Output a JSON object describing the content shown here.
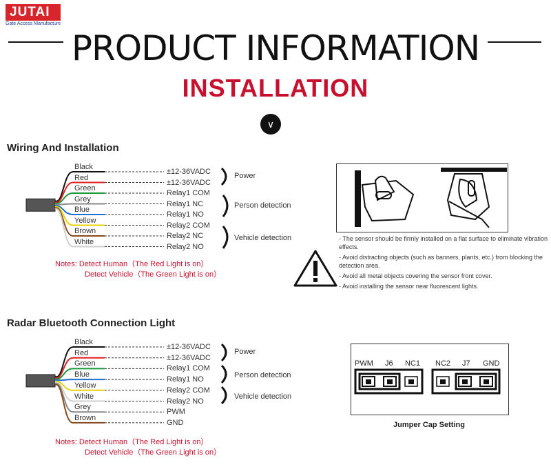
{
  "logo": {
    "brand": "JUTAI",
    "tagline": "Gate Access Manufacture"
  },
  "header": {
    "title": "PRODUCT INFORMATION",
    "subtitle": "INSTALLATION"
  },
  "colors": {
    "accent_red": "#c8102e",
    "logo_red": "#d8242b",
    "text": "#222222"
  },
  "wiring": {
    "title": "Wiring And Installation",
    "wires": [
      {
        "color": "Black",
        "term": "±12-36VADC"
      },
      {
        "color": "Red",
        "term": "±12-36VADC"
      },
      {
        "color": "Green",
        "term": "Relay1  COM"
      },
      {
        "color": "Grey",
        "term": "Relay1  NC"
      },
      {
        "color": "Blue",
        "term": "Relay1  NO"
      },
      {
        "color": "Yellow",
        "term": "Relay2  COM"
      },
      {
        "color": "Brown",
        "term": "Relay2  NC"
      },
      {
        "color": "White",
        "term": "Relay2  NO"
      }
    ],
    "groups": [
      "Power",
      "Person detection",
      "Vehicle detection"
    ],
    "notes": [
      "Notes:  Detect  Human（The Red Light is on）",
      "Detect  Vehicle（The Green Light is on）"
    ]
  },
  "warnings": [
    "- The sensor should be firmly installed on a flat surface to eliminate vibration effects.",
    "- Avoid distracting objects (such as banners, plants, etc.) from blocking the detection area.",
    "- Avoid all metal objects covering the sensor front cover.",
    "- Avoid installing the sensor near fluorescent lights."
  ],
  "bluetooth": {
    "title": "Radar Bluetooth Connection Light",
    "wires": [
      {
        "color": "Black",
        "term": "±12-36VADC"
      },
      {
        "color": "Red",
        "term": "±12-36VADC"
      },
      {
        "color": "Green",
        "term": "Relay1  COM"
      },
      {
        "color": "Blue",
        "term": "Relay1  NO"
      },
      {
        "color": "Yellow",
        "term": "Relay2  COM"
      },
      {
        "color": "White",
        "term": "Relay2  NO"
      },
      {
        "color": "Grey",
        "term": "PWM"
      },
      {
        "color": "Brown",
        "term": "GND"
      }
    ],
    "groups": [
      "Power",
      "Person detection",
      "Vehicle detection"
    ],
    "notes": [
      "Notes:  Detect  Human（The Red Light is on）",
      "Detect  Vehicle（The Green Light is on）"
    ]
  },
  "jumper": {
    "labels": [
      "PWM",
      "J6",
      "NC1",
      "NC2",
      "J7",
      "GND"
    ],
    "caption": "Jumper Cap Setting"
  }
}
